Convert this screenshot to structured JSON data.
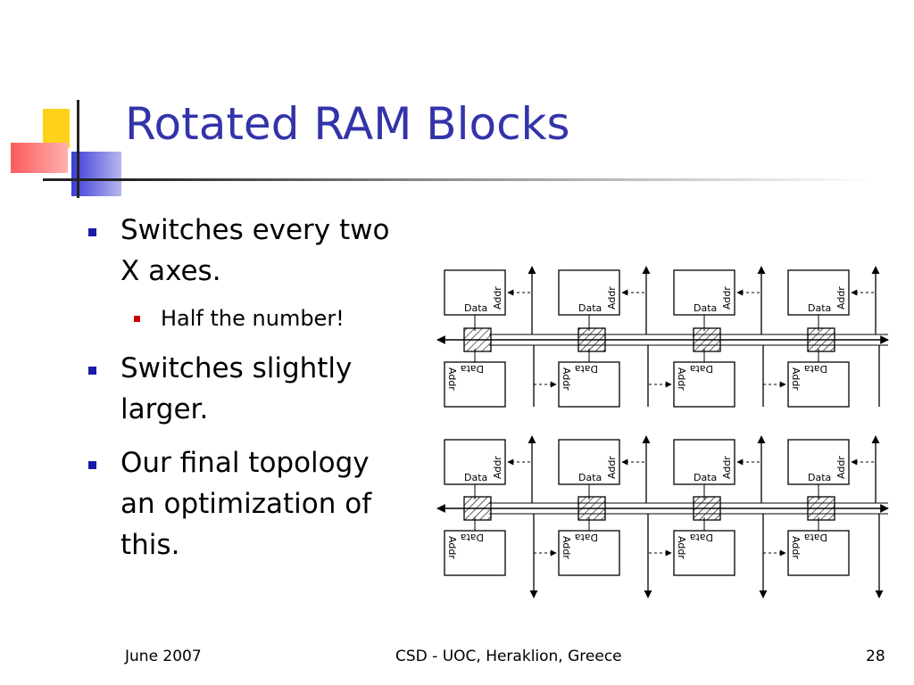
{
  "slide": {
    "title": "Rotated RAM Blocks",
    "bullets": [
      {
        "level": 1,
        "lines": [
          "Switches every two",
          "X axes."
        ]
      },
      {
        "level": 2,
        "lines": [
          "Half the number!"
        ]
      },
      {
        "level": 1,
        "lines": [
          "Switches slightly",
          "larger."
        ]
      },
      {
        "level": 1,
        "lines": [
          "Our final topology",
          "an optimization of",
          "this."
        ]
      }
    ],
    "footer": {
      "left": "June 2007",
      "center": "CSD - UOC, Heraklion, Greece",
      "right": "28"
    }
  },
  "diagram": {
    "block_labels": {
      "data": "Data",
      "addr": "Addr"
    },
    "columns": 4,
    "row_groups": 2
  }
}
